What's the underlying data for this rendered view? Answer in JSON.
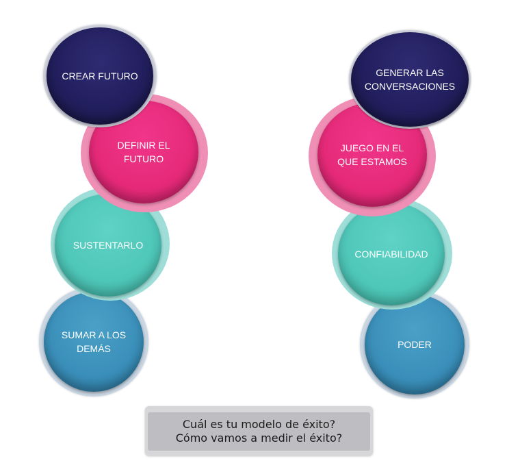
{
  "left_column": {
    "crear_futuro": "CREAR FUTURO",
    "definir_futuro": [
      "DEFINIR EL",
      "FUTURO"
    ],
    "sustentarlo": "SUSTENTARLO",
    "sumar_demas": [
      "SUMAR A LOS",
      "DEMÁS"
    ]
  },
  "right_column": {
    "generar_conversaciones": [
      "GENERAR LAS",
      "CONVERSACIONES"
    ],
    "juego": [
      "JUEGO EN EL",
      "QUE ESTAMOS"
    ],
    "confiabilidad": "CONFIABILIDAD",
    "poder": "PODER"
  },
  "questions": [
    "Cuál es tu modelo de éxito?",
    "Cómo vamos a medir el éxito?"
  ],
  "colors": {
    "navy": "#221f5e",
    "pink": "#e62a79",
    "teal": "#4ec6b8",
    "blue": "#3a8fba"
  }
}
